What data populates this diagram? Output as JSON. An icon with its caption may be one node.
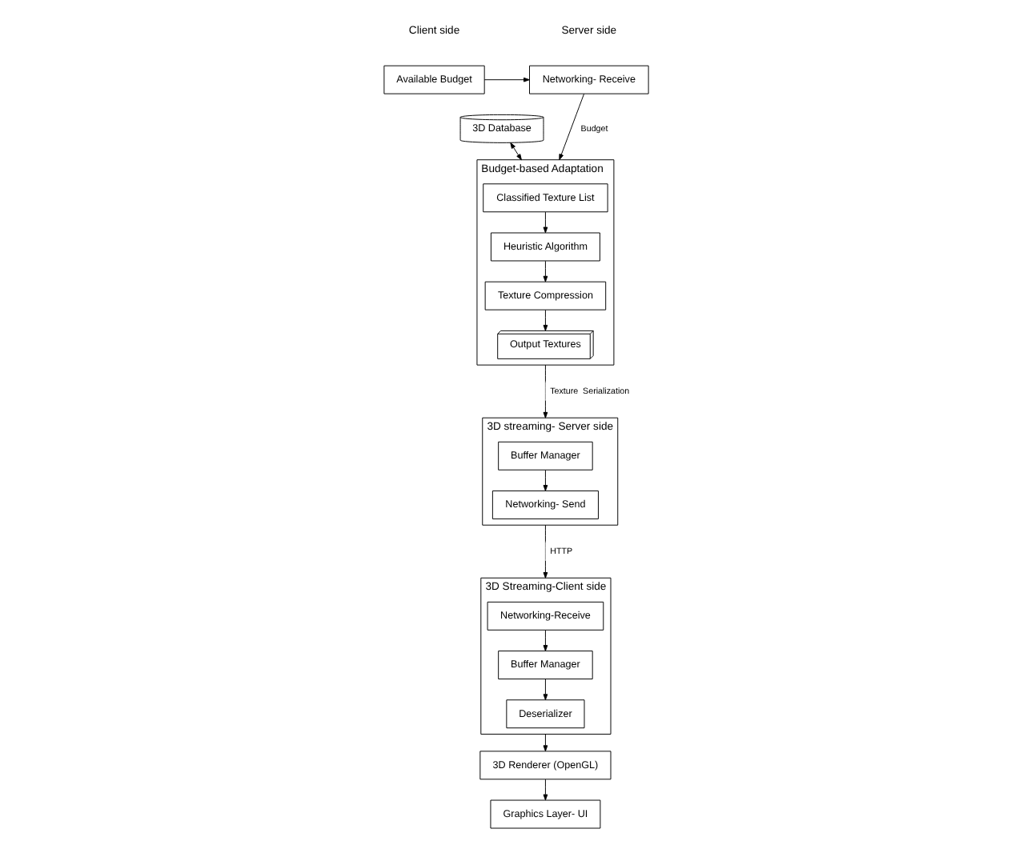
{
  "diagram": {
    "nodes": [
      {
        "text": [
          "Networking- Receive"
        ]
      },
      {
        "text": [
          "Available Budget"
        ]
      },
      {
        "text": [
          "3D Database"
        ]
      },
      {
        "text": [
          "Budget-based Adaptation"
        ]
      },
      {
        "text": [
          "Classified Texture List"
        ],
        "in": 3
      },
      {
        "text": [
          "Heuristic Algorithm"
        ],
        "in": 3
      },
      {
        "text": [
          "Texture Compression"
        ],
        "in": 3
      },
      {
        "text": [
          "Output Textures"
        ],
        "in": 3
      },
      {
        "text": [
          "3D Streaming-Client side"
        ]
      },
      {
        "text": [
          "Networking-Receive"
        ],
        "in": 8
      },
      {
        "text": [
          "Buffer Manager"
        ],
        "in": 8
      },
      {
        "text": [
          "Deserializer"
        ],
        "in": 8
      },
      {
        "text": [
          "3D Renderer (OpenGL)"
        ]
      },
      {
        "text": [
          "Graphics Layer- UI"
        ]
      },
      {
        "text": [
          "3D streaming- Server side"
        ]
      },
      {
        "text": [
          "Buffer Manager"
        ],
        "in": 14
      },
      {
        "text": [
          "Networking- Send"
        ],
        "in": 14
      }
    ],
    "edges": [
      {
        "from": 1,
        "to": 0,
        "arrow": "to"
      },
      {
        "from": 0,
        "to": 3,
        "arrow": "to",
        "label": "Budget"
      },
      {
        "from": 2,
        "to": 3,
        "arrow": "both"
      },
      {
        "from": 4,
        "to": 5,
        "arrow": "to"
      },
      {
        "from": 5,
        "to": 6,
        "arrow": "to"
      },
      {
        "from": 6,
        "to": 7,
        "arrow": "to"
      },
      {
        "from": 3,
        "to": 14,
        "arrow": "to",
        "label": "Texture  Serialization"
      },
      {
        "from": 15,
        "to": 16,
        "arrow": "to"
      },
      {
        "from": 14,
        "to": 8,
        "arrow": "to",
        "label": "HTTP"
      },
      {
        "from": 9,
        "to": 10,
        "arrow": "to"
      },
      {
        "from": 10,
        "to": 11,
        "arrow": "to"
      },
      {
        "from": 8,
        "to": 12,
        "arrow": "to"
      },
      {
        "from": 12,
        "to": 13,
        "arrow": "to"
      }
    ],
    "labels": [
      "Server side",
      "Client side"
    ]
  }
}
